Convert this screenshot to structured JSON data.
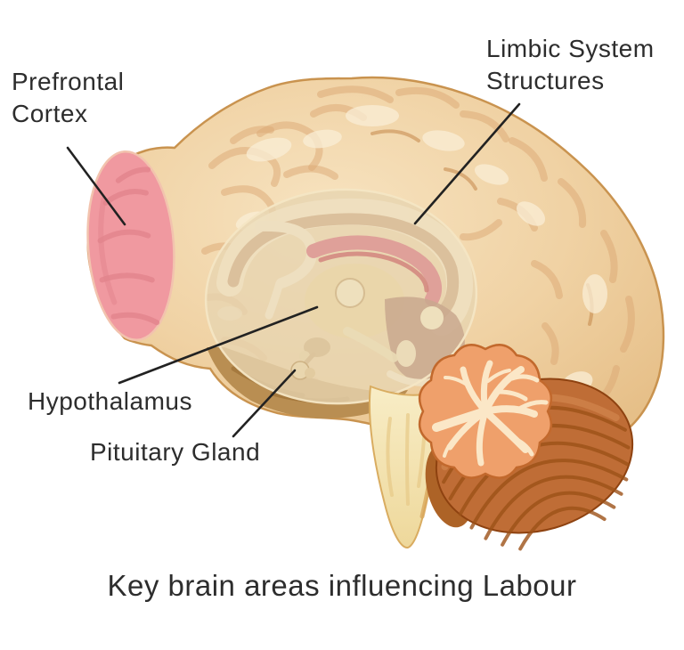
{
  "labels": {
    "prefrontal_cortex": {
      "line1": "Prefrontal",
      "line2": "Cortex"
    },
    "limbic_system": {
      "line1": "Limbic System",
      "line2": "Structures"
    },
    "hypothalamus": {
      "text": "Hypothalamus"
    },
    "pituitary_gland": {
      "text": "Pituitary Gland"
    }
  },
  "caption": {
    "text": "Key brain areas influencing Labour"
  },
  "colors": {
    "background": "#ffffff",
    "text": "#2d2d2d",
    "leader_line": "#222222",
    "cortex_tan": "#f0d0a2",
    "cortex_shadow": "#dca873",
    "cortex_highlight": "#f9edd5",
    "cortex_outline": "#c9934f",
    "prefrontal_pink": "#f099a0",
    "prefrontal_pink_dark": "#e2838c",
    "limbic_overlay": "#e7d4b0",
    "limbic_border": "#f4e6c4",
    "inner_structure_tan": "#d8bd98",
    "inner_pink": "#dfa099",
    "thalamus_tan": "#eee0bd",
    "brainstem_cream": "#f7ebbf",
    "brainstem_outline": "#d9ac60",
    "cerebellum_orange": "#efa06b",
    "cerebellum_branch": "#fbe7c7",
    "cerebellum_brown": "#bf6d36",
    "cerebellum_stripe": "#9c5118",
    "temporal_olive": "#b98e52"
  }
}
